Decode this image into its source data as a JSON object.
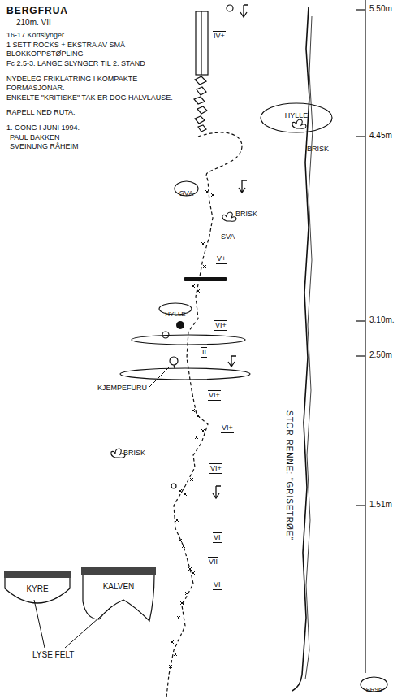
{
  "diagram": {
    "title": "BERGFRUA",
    "nodes": [
      {
        "text": [
          "HYLLE"
        ]
      },
      {
        "text": [
          "SVA"
        ]
      },
      {
        "text": [
          "HYLLE"
        ]
      },
      {
        "text": [
          "KYRE"
        ]
      },
      {
        "text": [
          "KALVEN"
        ]
      },
      {
        "text": [
          "SR96"
        ]
      }
    ],
    "labels": [
      "210m. VII",
      "16-17 Kortslynger",
      "1 SETT ROCKS + EKSTRA AV SMÅ BLOKKOPPSTØPLING",
      "Fc 2.5-3. LANGE SLYNGER TIL 2. STAND",
      "NYDELEG FRIKLATRING I KOMPAKTE FORMASJONAR.",
      "ENKELTE \"KRITISKE\" TAK ER DOG HALVLAUSE.",
      "RAPELL NED RUTA.",
      "1. GONG I JUNI 1994.",
      "PAUL BAKKEN",
      "SVEINUNG RÅHEIM",
      "IV+",
      "BRISK",
      "BRISK",
      "SVA",
      "V+",
      "VI+",
      "II",
      "KJEMPEFURU",
      "VI+",
      "VI+",
      "BRISK",
      "VI+",
      "VI",
      "VII",
      "VI",
      "LYSE FELT",
      "5.50m",
      "4.45m",
      "3.10m.",
      "2.50m",
      "1.51m",
      "STOR RENNE: \"GRISETRØE\""
    ]
  }
}
